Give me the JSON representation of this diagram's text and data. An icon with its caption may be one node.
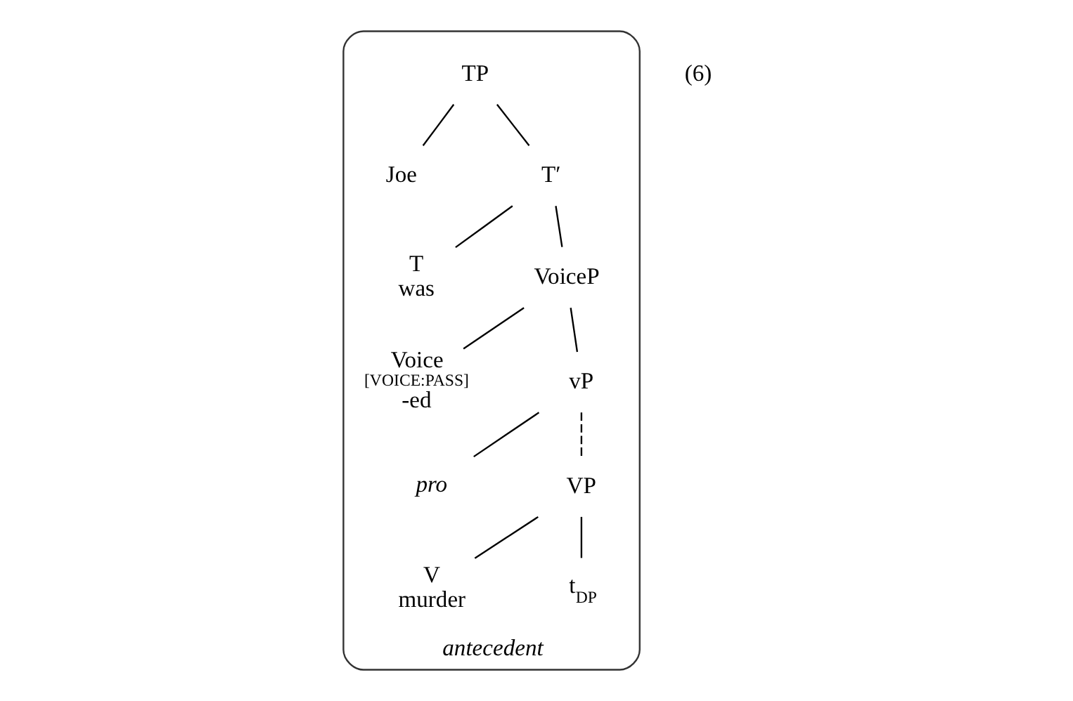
{
  "diagram": {
    "nodes": [
      {
        "text": [
          "antecedent"
        ]
      },
      {
        "text": [
          "TP"
        ],
        "in": 0
      },
      {
        "text": [
          "Joe"
        ],
        "in": 0
      },
      {
        "text": [
          "T′"
        ],
        "in": 0
      },
      {
        "text": [
          "T",
          "was"
        ],
        "in": 0
      },
      {
        "text": [
          "VoiceP"
        ],
        "in": 0
      },
      {
        "text": [
          "Voice",
          "[VOICE:PASS]",
          "-ed"
        ],
        "in": 0
      },
      {
        "text": [
          "vP"
        ],
        "in": 0
      },
      {
        "text": [
          "pro"
        ],
        "in": 0
      },
      {
        "text": [
          "VP"
        ],
        "in": 0
      },
      {
        "text": [
          "V",
          "murder"
        ],
        "in": 0
      },
      {
        "text": [
          "t$_{DP}$"
        ],
        "in": 0
      }
    ],
    "edges": [
      {
        "from": 1,
        "to": 2,
        "arrow": "none"
      },
      {
        "from": 1,
        "to": 3,
        "arrow": "none"
      },
      {
        "from": 3,
        "to": 4,
        "arrow": "none"
      },
      {
        "from": 3,
        "to": 5,
        "arrow": "none"
      },
      {
        "from": 5,
        "to": 6,
        "arrow": "none"
      },
      {
        "from": 5,
        "to": 7,
        "arrow": "none"
      },
      {
        "from": 7,
        "to": 8,
        "arrow": "none"
      },
      {
        "from": 7,
        "to": 9,
        "arrow": "none",
        "style": "dashed"
      },
      {
        "from": 9,
        "to": 10,
        "arrow": "none"
      },
      {
        "from": 9,
        "to": 11,
        "arrow": "none"
      }
    ],
    "labels": [
      "(6)"
    ]
  }
}
